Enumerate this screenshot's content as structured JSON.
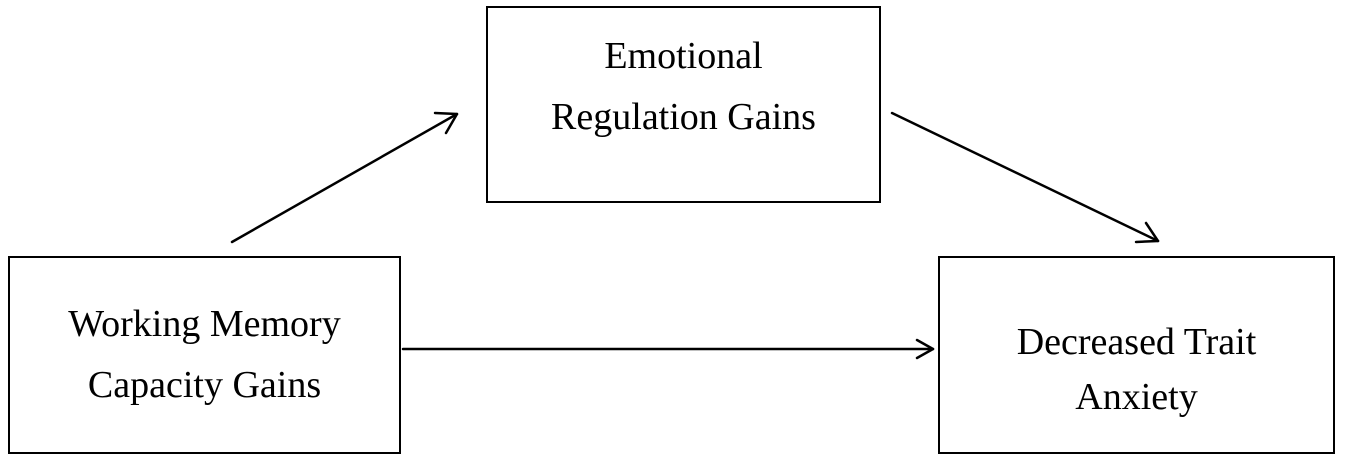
{
  "nodes": {
    "emotional": {
      "line1": "Emotional",
      "line2": "Regulation Gains"
    },
    "working": {
      "line1": "Working Memory",
      "line2": "Capacity Gains"
    },
    "anxiety": {
      "line1": "Decreased Trait",
      "line2": "Anxiety"
    }
  },
  "edges": [
    {
      "from": "working",
      "to": "emotional"
    },
    {
      "from": "emotional",
      "to": "anxiety"
    },
    {
      "from": "working",
      "to": "anxiety"
    }
  ],
  "colors": {
    "stroke": "#000000",
    "background": "#ffffff"
  }
}
